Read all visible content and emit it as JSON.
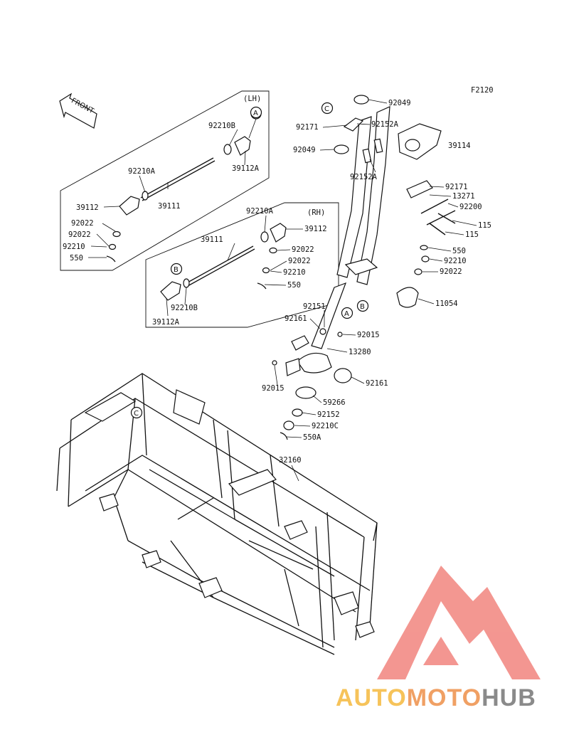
{
  "figure_code": "F2120",
  "front_arrow_label": "FRONT",
  "lh_box": {
    "title": "(LH)",
    "parts": [
      "92210B",
      "39112A",
      "92210A",
      "39111",
      "39112",
      "92022",
      "92022",
      "92210",
      "550"
    ],
    "refs": [
      "A"
    ]
  },
  "rh_box": {
    "title": "(RH)",
    "parts": [
      "92210A",
      "39112",
      "39111",
      "92022",
      "92022",
      "92210",
      "550",
      "92210B",
      "39112A"
    ],
    "refs": [
      "B"
    ]
  },
  "steering_parts": [
    "92049",
    "92171",
    "92152A",
    "92049",
    "92152A",
    "39114",
    "92171",
    "13271",
    "92200",
    "115",
    "115",
    "550",
    "92210",
    "92022",
    "11054",
    "92151",
    "92161",
    "92015",
    "13280",
    "92015",
    "92161",
    "59266",
    "92152",
    "92210C",
    "550A"
  ],
  "steering_refs": [
    "C",
    "A",
    "B"
  ],
  "frame": {
    "part": "32160",
    "ref": "C"
  },
  "watermark": {
    "part1": "AUTO",
    "part2": "MOTO",
    "part3": "HUB",
    "colors": {
      "triangle": "#ee6b63",
      "auto": "#f6c35a",
      "moto": "#f0a064",
      "hub": "#8a8a8a"
    }
  }
}
